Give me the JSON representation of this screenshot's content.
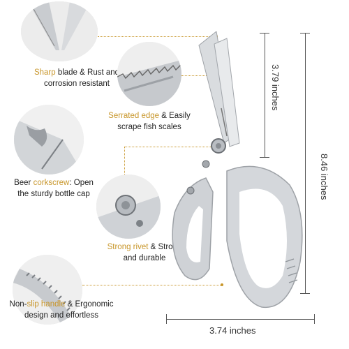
{
  "callouts": {
    "sharp_blade": {
      "accent": "Sharp",
      "rest": " blade & Rust and",
      "line2": "corrosion resistant"
    },
    "serrated": {
      "accent": "Serrated edge",
      "rest": " & Easily",
      "line2": "scrape fish scales"
    },
    "corkscrew": {
      "prefix": "Beer ",
      "accent": "corkscrew",
      "rest": ": Open",
      "line2": "the sturdy bottle cap"
    },
    "rivet": {
      "accent": "Strong rivet",
      "rest": " & Strong",
      "line2": "and durable"
    },
    "handle": {
      "prefix": "Non-",
      "accent": "slip handle",
      "rest": " & Ergonomic",
      "line2": "design and effortless"
    }
  },
  "dimensions": {
    "blade_length": "3.79 inches",
    "total_length": "8.46 inches",
    "handle_width": "3.74 inches"
  },
  "colors": {
    "accent": "#c8962a",
    "steel": "#cfd2d6",
    "steel_dark": "#8e9398"
  }
}
